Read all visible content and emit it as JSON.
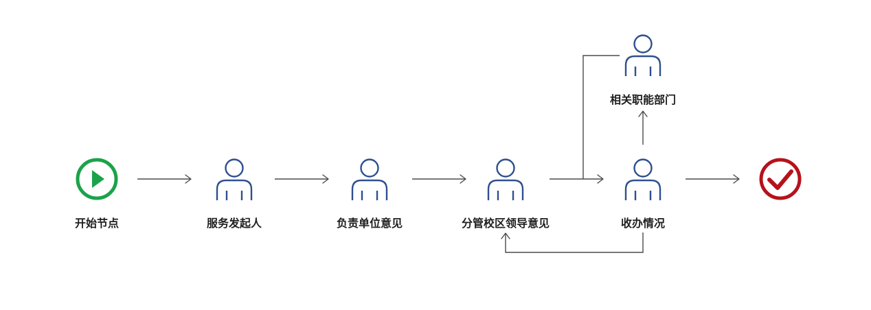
{
  "colors": {
    "start": "#1aa34a",
    "end": "#b5121b",
    "person": "#2e4f8f",
    "connector": "#4a4a4a"
  },
  "nodes": {
    "start": {
      "label": "开始节点",
      "icon": "play-circle-icon"
    },
    "initiator": {
      "label": "服务发起人",
      "icon": "user-icon"
    },
    "unit_opinion": {
      "label": "负责单位意见",
      "icon": "user-icon"
    },
    "leader_opinion": {
      "label": "分管校区领导意见",
      "icon": "user-icon"
    },
    "handling": {
      "label": "收办情况",
      "icon": "user-icon"
    },
    "departments": {
      "label": "相关职能部门",
      "icon": "user-icon"
    },
    "end": {
      "icon": "check-circle-icon"
    }
  }
}
